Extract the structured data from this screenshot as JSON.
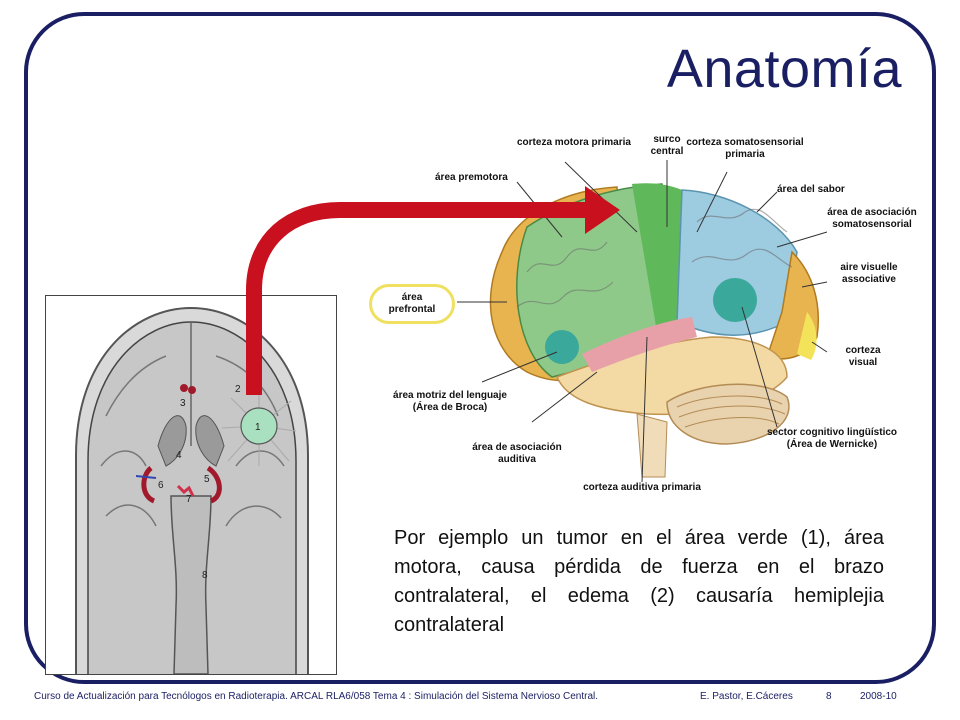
{
  "slide": {
    "title": "Anatomía",
    "caption": "Por ejemplo un tumor  en el área verde (1), área motora, causa pérdida de fuerza en el brazo contralateral, el edema (2) causaría hemiplejia contralateral"
  },
  "coronal_figure": {
    "markers": [
      "1",
      "2",
      "3",
      "4",
      "5",
      "6",
      "7",
      "8"
    ]
  },
  "brain_figure": {
    "labels": {
      "motor_cortex": "corteza motora primaria",
      "central_sulcus": "surco central",
      "somatosensory_cortex": "corteza somatosensorial primaria",
      "premotor": "área premotora",
      "taste": "área del sabor",
      "somatosensory_assoc": "área de asociación somatosensorial",
      "visual_assoc": "aire visuelle associative",
      "prefrontal": "área prefrontal",
      "visual_cortex": "corteza visual",
      "broca": "área motriz del lenguaje (Área de Broca)",
      "wernicke": "sector cognitivo lingüístico (Área de Wernicke)",
      "auditory_assoc": "área de asociación auditiva",
      "auditory_cortex": "corteza auditiva primaria"
    }
  },
  "footer": {
    "course": "Curso de Actualización para Tecnólogos en Radioterapia.  ARCAL RLA6/058  Tema 4 : Simulación del Sistema Nervioso Central.",
    "authors": "E. Pastor,  E.Cáceres",
    "page": "8",
    "years": "2008-10"
  },
  "colors": {
    "frame": "#1a1f63",
    "arrow": "#c8101e",
    "motor_area": "#7fc27a",
    "somatosensory": "#9dcbe0",
    "frontal": "#e8b450",
    "temporal": "#f3d9a4",
    "cerebellum": "#e9d2ae",
    "tumor": "#a8e0c0"
  }
}
